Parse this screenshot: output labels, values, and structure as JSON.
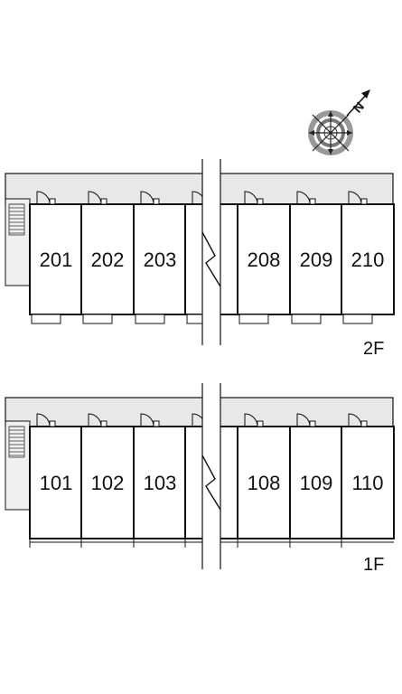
{
  "compass": {
    "label": "N",
    "icon": "north-arrow-compass-icon"
  },
  "floors": [
    {
      "id": "floor-2",
      "label": "2F",
      "rooms": [
        "201",
        "202",
        "203",
        "",
        "208",
        "209",
        "210"
      ]
    },
    {
      "id": "floor-1",
      "label": "1F",
      "rooms": [
        "101",
        "102",
        "103",
        "",
        "108",
        "109",
        "110"
      ]
    }
  ],
  "colors": {
    "corridor": "#e8e8e8",
    "outline": "#111111",
    "compass_ring": "#888888"
  }
}
